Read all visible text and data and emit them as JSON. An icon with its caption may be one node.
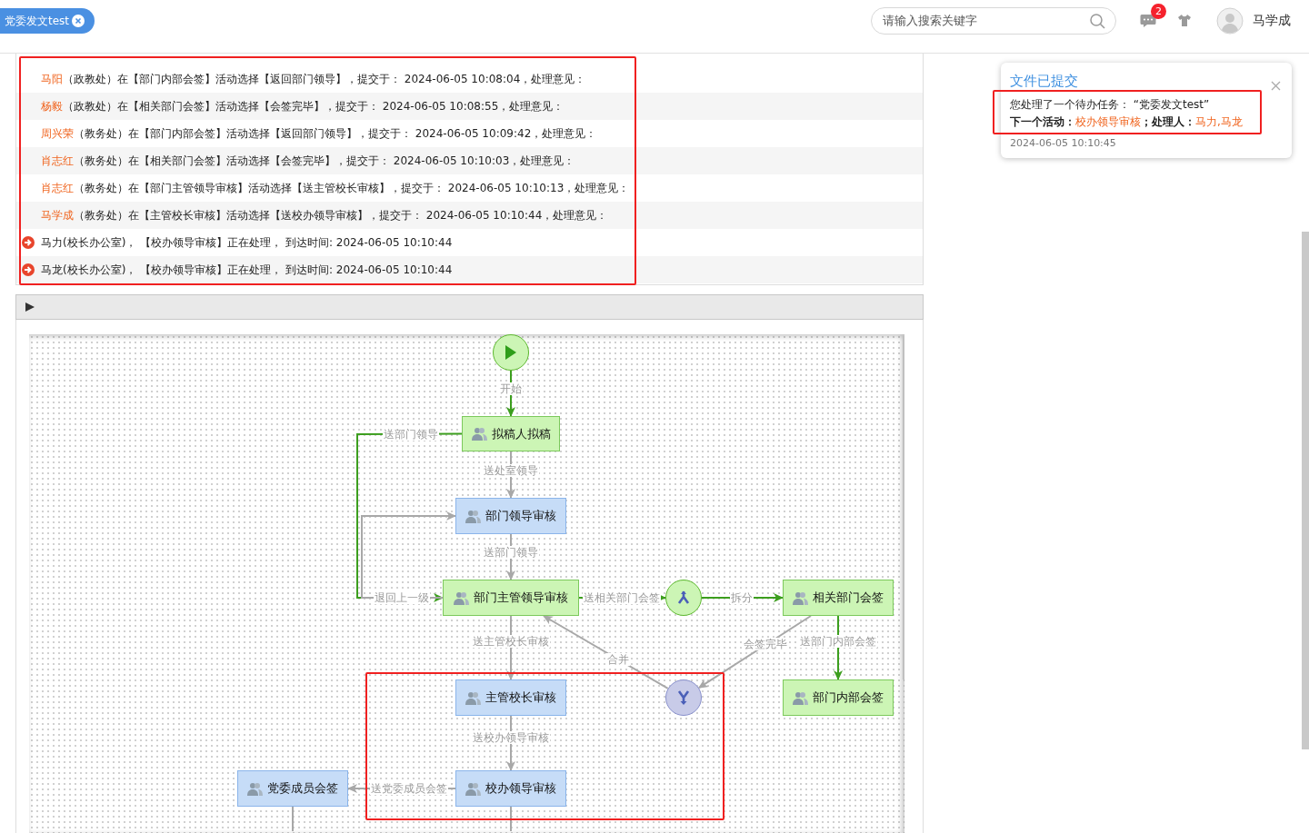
{
  "diagram": {
    "nodes": [
      {
        "text": [],
        "shape": "circle"
      },
      {
        "text": [
          "拟稿人拟稿"
        ]
      },
      {
        "text": [
          "部门领导审核"
        ]
      },
      {
        "text": [
          "部门主管领导审核"
        ]
      },
      {
        "text": [],
        "shape": "circle"
      },
      {
        "text": [
          "相关部门会签"
        ]
      },
      {
        "text": [
          "主管校长审核"
        ]
      },
      {
        "text": [],
        "shape": "circle"
      },
      {
        "text": [
          "部门内部会签"
        ]
      },
      {
        "text": [
          "党委成员会签"
        ]
      },
      {
        "text": [
          "校办领导审核"
        ]
      }
    ],
    "edges": [
      {
        "from": 0,
        "to": 1,
        "arrow": "to",
        "label": "开始",
        "color": "#3c9e1e"
      },
      {
        "from": 1,
        "to": 3,
        "arrow": "to",
        "label": "送部门领导",
        "color": "#3c9e1e"
      },
      {
        "from": 1,
        "to": 2,
        "arrow": "to",
        "label": "送处室领导"
      },
      {
        "from": 2,
        "to": 3,
        "arrow": "to",
        "label": "送部门领导"
      },
      {
        "from": 3,
        "to": 2,
        "arrow": "to",
        "label": "退回上一级"
      },
      {
        "from": 3,
        "to": 4,
        "arrow": "to",
        "label": "送相关部门会签",
        "color": "#3c9e1e"
      },
      {
        "from": 4,
        "to": 5,
        "arrow": "to",
        "label": "拆分",
        "color": "#3c9e1e"
      },
      {
        "from": 3,
        "to": 6,
        "arrow": "to",
        "label": "送主管校长审核"
      },
      {
        "from": 5,
        "to": 7,
        "arrow": "to",
        "label": "会签完毕"
      },
      {
        "from": 5,
        "to": 8,
        "arrow": "to",
        "label": "送部门内部会签",
        "color": "#3c9e1e"
      },
      {
        "from": 7,
        "to": 3,
        "arrow": "to",
        "label": "合并"
      },
      {
        "from": 6,
        "to": 10,
        "arrow": "to",
        "label": "送校办领导审核"
      },
      {
        "from": 10,
        "to": 9,
        "arrow": "to",
        "label": "送党委成员会签"
      },
      {
        "from": 9,
        "to": null,
        "arrow": "none"
      },
      {
        "from": 10,
        "to": null,
        "arrow": "none"
      }
    ],
    "labels": [
      "党委发文test",
      "请输入搜索关键字",
      "2",
      "马学成",
      "马阳",
      "（政教处）在【部门内部会签】活动选择【返回部门领导】，提交于： 2024-06-05 10:08:04，处理意见：",
      "杨毅",
      "（政教处）在【相关部门会签】活动选择【会签完毕】，提交于： 2024-06-05 10:08:55，处理意见：",
      "周兴荣",
      "（教务处）在【部门内部会签】活动选择【返回部门领导】，提交于： 2024-06-05 10:09:42，处理意见：",
      "肖志红",
      "（教务处）在【相关部门会签】活动选择【会签完毕】，提交于： 2024-06-05 10:10:03，处理意见：",
      "肖志红",
      "（教务处）在【部门主管领导审核】活动选择【送主管校长审核】，提交于： 2024-06-05 10:10:13，处理意见：",
      "马学成",
      "（教务处）在【主管校长审核】活动选择【送校办领导审核】，提交于： 2024-06-05 10:10:44，处理意见：",
      "马力(校长办公室)， 【校办领导审核】正在处理， 到达时间: 2024-06-05 10:10:44",
      "马龙(校长办公室)， 【校办领导审核】正在处理， 到达时间: 2024-06-05 10:10:44",
      "文件已提交",
      "您处理了一个待办任务： “党委发文test”",
      "下一个活动：",
      "校办领导审核",
      "；处理人：",
      "马力,马龙",
      "2024-06-05 10:10:45"
    ]
  }
}
